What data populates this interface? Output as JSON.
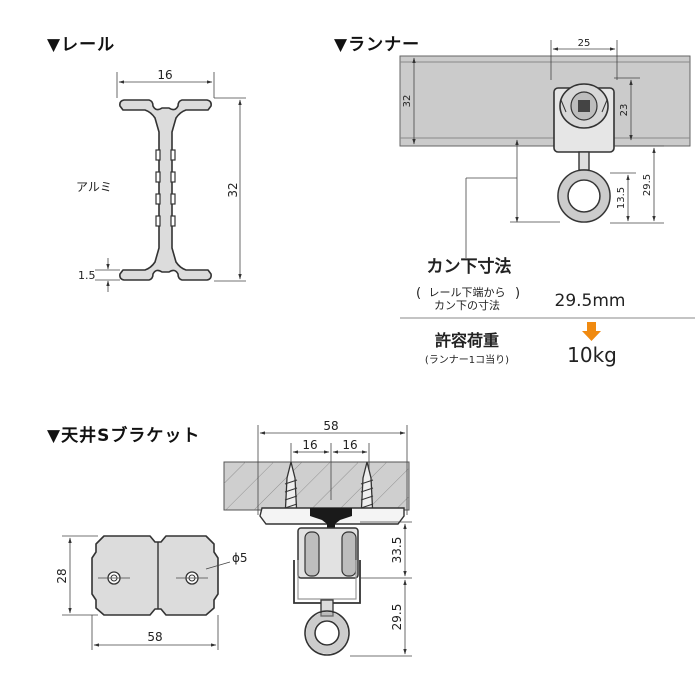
{
  "sections": {
    "rail_title": "▼レール",
    "runner_title": "▼ランナー",
    "bracket_title": "▼天井Sブラケット"
  },
  "rail": {
    "material": "アルミ",
    "width": "16",
    "height": "32",
    "flange": "1.5"
  },
  "runner": {
    "rail_height": "32",
    "runner_width": "25",
    "wheel_height": "23",
    "ring_drop": "29.5",
    "ring_size": "13.5",
    "kan_title": "カン下寸法",
    "kan_note_line1": "レール下端から",
    "kan_note_line2": "カン下の寸法",
    "kan_value": "29.5mm",
    "load_title": "許容荷重",
    "load_note": "(ランナー1コ当り)",
    "load_value": "10kg",
    "accent_color": "#f08a10"
  },
  "bracket": {
    "total_width": "58",
    "screw_left": "16",
    "screw_right": "16",
    "hole_dia": "ϕ5",
    "plate_height": "28",
    "plate_width": "58",
    "height_upper": "33.5",
    "height_lower": "29.5"
  }
}
